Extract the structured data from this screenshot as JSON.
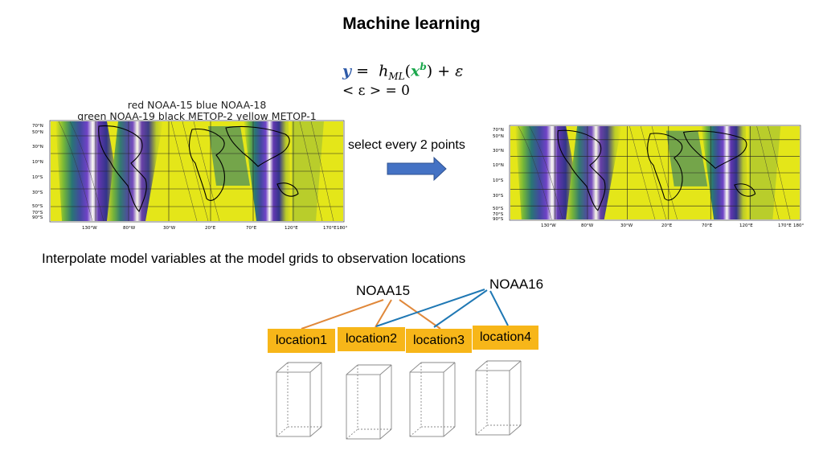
{
  "title": "Machine learning",
  "equation": {
    "y": "y",
    "eq": " = ",
    "h": "h",
    "h_sub": "ML",
    "x": "x",
    "x_sup": "b",
    "plus_eps": " + ε",
    "mean_eps": "< ε > = 0"
  },
  "left_map": {
    "title_line1": "red NOAA-15 blue NOAA-18",
    "title_line2": "green NOAA-19 black METOP-2 yellow METOP-1"
  },
  "map_axis": {
    "lat_labels": [
      "70°N",
      "50°N",
      "30°N",
      "10°N",
      "10°S",
      "30°S",
      "50°S",
      "70°S",
      "90°S"
    ],
    "lon_labels": [
      "130°W",
      "80°W",
      "30°W",
      "20°E",
      "70°E",
      "120°E",
      "170°E",
      "180°"
    ]
  },
  "select_label": "select every 2 points",
  "interpolate_text": "Interpolate model variables at the model grids to observation locations",
  "satellites": [
    "NOAA15",
    "NOAA16"
  ],
  "locations": [
    "location1",
    "location2",
    "location3",
    "location4"
  ],
  "colors": {
    "location_fill": "#f7b619",
    "noaa15_line": "#e0883a",
    "noaa16_line": "#1f78b4",
    "arrow": "#4472c4",
    "map_yellow": "#e4e619"
  }
}
